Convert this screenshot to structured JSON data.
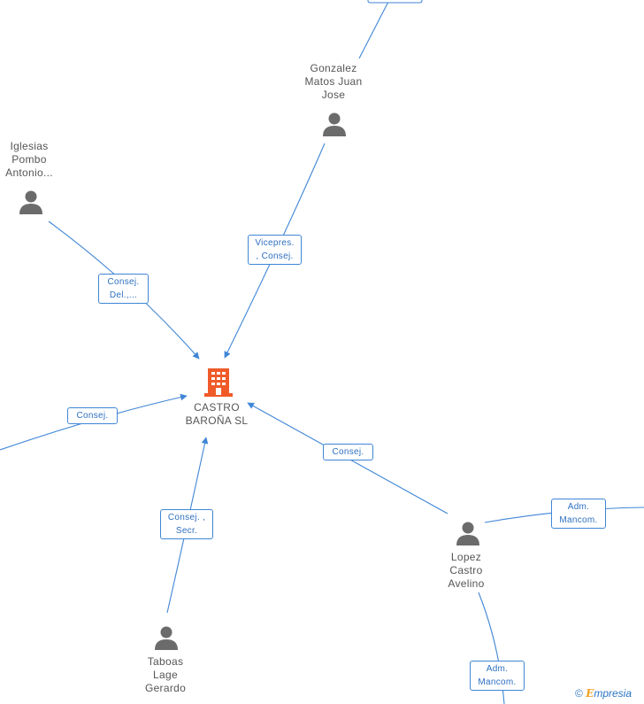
{
  "center": {
    "name": "CASTRO\nBAROÑA SL",
    "color": "#f05a28"
  },
  "people": [
    {
      "id": "gonzalez",
      "name": "Gonzalez\nMatos Juan\nJose"
    },
    {
      "id": "iglesias",
      "name": "Iglesias\nPombo\nAntonio..."
    },
    {
      "id": "lopez",
      "name": "Lopez\nCastro\nAvelino"
    },
    {
      "id": "taboas",
      "name": "Taboas\nLage\nGerardo"
    }
  ],
  "roles": {
    "gonzalez": "Vicepres.\n, Consej.",
    "iglesias": "Consej.\nDel.,...",
    "offscreen_left": "Consej.",
    "lopez": "Consej.",
    "taboas": "Consej. ,\nSecr.",
    "lopez_right": "Adm.\nMancom.",
    "lopez_bottom": "Adm.\nMancom."
  },
  "brand": {
    "copyright": "©",
    "name_initial": "E",
    "name_rest": "mpresia"
  },
  "colors": {
    "edge": "#3f86d6",
    "person_icon": "#6b6b6b",
    "company_icon": "#f05a28"
  }
}
